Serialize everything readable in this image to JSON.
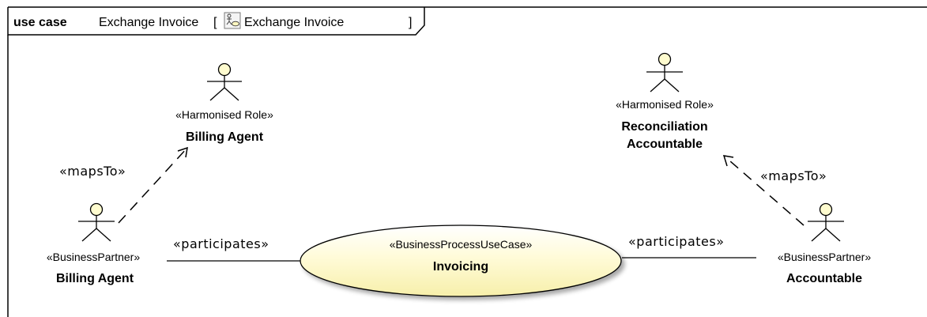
{
  "frame": {
    "keyword": "use case",
    "name": "Exchange Invoice",
    "bracket_open": "[",
    "diagram_ref": "Exchange Invoice",
    "bracket_close": "]"
  },
  "actors": {
    "billing_agent_role": {
      "stereotype": "«Harmonised Role»",
      "name": "Billing Agent"
    },
    "reconciliation_role": {
      "stereotype": "«Harmonised Role»",
      "name_line1": "Reconciliation",
      "name_line2": "Accountable"
    },
    "billing_agent_partner": {
      "stereotype": "«BusinessPartner»",
      "name": "Billing Agent"
    },
    "accountable_partner": {
      "stereotype": "«BusinessPartner»",
      "name": "Accountable"
    }
  },
  "use_case": {
    "stereotype": "«BusinessProcessUseCase»",
    "name": "Invoicing"
  },
  "edges": {
    "maps_left": "«mapsTo»",
    "maps_right": "«mapsTo»",
    "participates_left": "«participates»",
    "participates_right": "«participates»"
  },
  "colors": {
    "actor_fill": "#fffccf",
    "use_case_fill": "#fffacd",
    "line": "#000000"
  }
}
